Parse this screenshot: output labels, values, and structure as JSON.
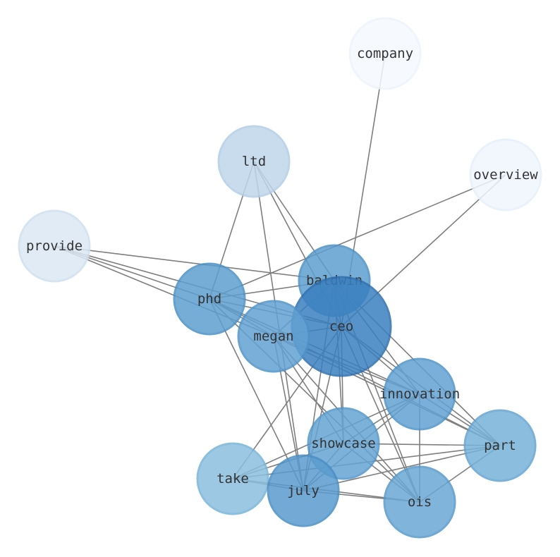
{
  "nodes": [
    {
      "id": "company",
      "label": "company",
      "color": "#f5f9fe",
      "stroke": "#eef4fb"
    },
    {
      "id": "overview",
      "label": "overview",
      "color": "#f0f6fd",
      "stroke": "#e6f0fa"
    },
    {
      "id": "ltd",
      "label": "ltd",
      "color": "#c0d7ec",
      "stroke": "#b2cde6"
    },
    {
      "id": "provide",
      "label": "provide",
      "color": "#dbe8f5",
      "stroke": "#cfe0f0"
    },
    {
      "id": "baldwin",
      "label": "baldwin",
      "color": "#5e9fd0",
      "stroke": "#4c91c6"
    },
    {
      "id": "phd",
      "label": "phd",
      "color": "#5e9fd0",
      "stroke": "#4c91c6"
    },
    {
      "id": "ceo",
      "label": "ceo",
      "color": "#3a7fc0",
      "stroke": "#2f6fae"
    },
    {
      "id": "megan",
      "label": "megan",
      "color": "#62a2d2",
      "stroke": "#4f93c8"
    },
    {
      "id": "innovation",
      "label": "innovation",
      "color": "#62a2d2",
      "stroke": "#4f93c8"
    },
    {
      "id": "showcase",
      "label": "showcase",
      "color": "#66a5d3",
      "stroke": "#5296c9"
    },
    {
      "id": "part",
      "label": "part",
      "color": "#77b2da",
      "stroke": "#64a4d2"
    },
    {
      "id": "take",
      "label": "take",
      "color": "#8bbfe0",
      "stroke": "#79b3d9"
    },
    {
      "id": "july",
      "label": "july",
      "color": "#5a9cce",
      "stroke": "#4a8ec4"
    },
    {
      "id": "ois",
      "label": "ois",
      "color": "#6aa8d5",
      "stroke": "#5799cb"
    }
  ],
  "edges": [
    [
      "company",
      "ceo"
    ],
    [
      "overview",
      "phd"
    ],
    [
      "overview",
      "ceo"
    ],
    [
      "ltd",
      "baldwin"
    ],
    [
      "ltd",
      "phd"
    ],
    [
      "ltd",
      "ceo"
    ],
    [
      "ltd",
      "july"
    ],
    [
      "provide",
      "baldwin"
    ],
    [
      "provide",
      "phd"
    ],
    [
      "provide",
      "ceo"
    ],
    [
      "provide",
      "megan"
    ],
    [
      "baldwin",
      "phd"
    ],
    [
      "baldwin",
      "ceo"
    ],
    [
      "baldwin",
      "megan"
    ],
    [
      "baldwin",
      "innovation"
    ],
    [
      "baldwin",
      "showcase"
    ],
    [
      "baldwin",
      "part"
    ],
    [
      "baldwin",
      "july"
    ],
    [
      "baldwin",
      "ois"
    ],
    [
      "phd",
      "ceo"
    ],
    [
      "phd",
      "megan"
    ],
    [
      "phd",
      "innovation"
    ],
    [
      "phd",
      "part"
    ],
    [
      "phd",
      "july"
    ],
    [
      "phd",
      "ois"
    ],
    [
      "ceo",
      "megan"
    ],
    [
      "ceo",
      "innovation"
    ],
    [
      "ceo",
      "showcase"
    ],
    [
      "ceo",
      "take"
    ],
    [
      "ceo",
      "july"
    ],
    [
      "ceo",
      "ois"
    ],
    [
      "ceo",
      "part"
    ],
    [
      "megan",
      "innovation"
    ],
    [
      "megan",
      "part"
    ],
    [
      "megan",
      "showcase"
    ],
    [
      "megan",
      "july"
    ],
    [
      "megan",
      "ois"
    ],
    [
      "innovation",
      "showcase"
    ],
    [
      "innovation",
      "take"
    ],
    [
      "innovation",
      "july"
    ],
    [
      "innovation",
      "ois"
    ],
    [
      "innovation",
      "part"
    ],
    [
      "showcase",
      "part"
    ],
    [
      "showcase",
      "take"
    ],
    [
      "showcase",
      "july"
    ],
    [
      "showcase",
      "ois"
    ],
    [
      "part",
      "take"
    ],
    [
      "part",
      "july"
    ],
    [
      "part",
      "ois"
    ],
    [
      "take",
      "july"
    ],
    [
      "take",
      "ois"
    ],
    [
      "july",
      "ois"
    ]
  ]
}
